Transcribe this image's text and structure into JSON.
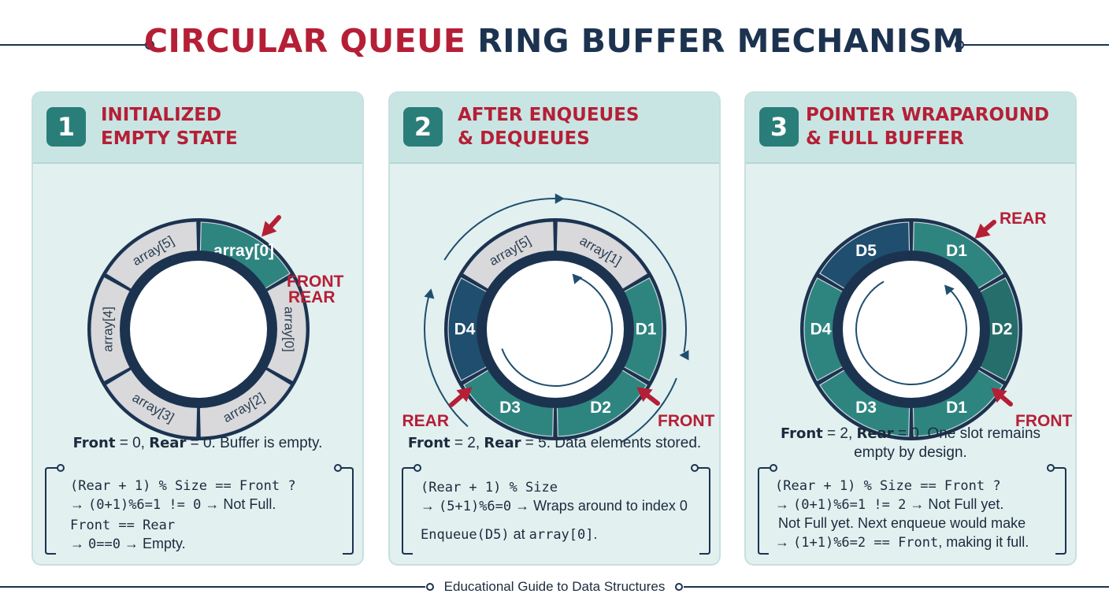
{
  "title": {
    "part_red": "CIRCULAR QUEUE",
    "part_navy": "RING BUFFER MECHANISM"
  },
  "panels": [
    {
      "number": "1",
      "heading": [
        "INITIALIZED",
        "EMPTY STATE"
      ],
      "slots": [
        {
          "text": "array[0]",
          "fill": "teal"
        },
        {
          "text": "array[0]",
          "fill": "gray"
        },
        {
          "text": "array[2]",
          "fill": "gray"
        },
        {
          "text": "array[3]",
          "fill": "gray"
        },
        {
          "text": "array[4]",
          "fill": "gray"
        },
        {
          "text": "array[5]",
          "fill": "gray"
        }
      ],
      "pointers": {
        "front_rear": [
          "FRONT",
          "REAR"
        ]
      },
      "status": {
        "k1": "Front",
        "v1": " = 0, ",
        "k2": "Rear",
        "v2": " = 0. Buffer is empty."
      },
      "code": [
        {
          "mono": "(Rear + 1) % Size == Front ?",
          "rest": ""
        },
        {
          "pre": "→ ",
          "mono": "(0+1)%6=1 != 0",
          "rest": " → Not Full."
        },
        {
          "mono": "Front == Rear",
          "rest": ""
        },
        {
          "pre": "→ ",
          "mono": "0==0",
          "rest": " → Empty."
        }
      ]
    },
    {
      "number": "2",
      "heading": [
        "AFTER ENQUEUES",
        "& DEQUEUES"
      ],
      "slots": [
        {
          "text": "array[1]",
          "fill": "gray"
        },
        {
          "text": "D1",
          "fill": "teal"
        },
        {
          "text": "D2",
          "fill": "teal"
        },
        {
          "text": "D3",
          "fill": "teal"
        },
        {
          "text": "D4",
          "fill": "navy"
        },
        {
          "text": "array[5]",
          "fill": "gray"
        }
      ],
      "pointers": {
        "rear": "REAR",
        "front": "FRONT"
      },
      "status": {
        "k1": "Front",
        "v1": " = 2, ",
        "k2": "Rear",
        "v2": " = 5. Data elements stored."
      },
      "code": [
        {
          "mono": "(Rear + 1) % Size",
          "rest": ""
        },
        {
          "pre": "→ ",
          "mono": "(5+1)%6=0",
          "rest": " → Wraps around to index 0"
        },
        {
          "mono": "Enqueue(D5)",
          "rest": " at ",
          "mono2": "array[0]",
          "rest2": "."
        }
      ]
    },
    {
      "number": "3",
      "heading": [
        "POINTER WRAPAROUND",
        "& FULL BUFFER"
      ],
      "slots": [
        {
          "text": "D1",
          "fill": "teal"
        },
        {
          "text": "D2",
          "fill": "tealdark"
        },
        {
          "text": "D1",
          "fill": "teal"
        },
        {
          "text": "D3",
          "fill": "teal"
        },
        {
          "text": "D4",
          "fill": "teal"
        },
        {
          "text": "D5",
          "fill": "navy"
        }
      ],
      "pointers": {
        "rear": "REAR",
        "front": "FRONT"
      },
      "status_lines": [
        {
          "k1": "Front",
          "v1": " = 2, ",
          "k2": "Rear",
          "v2": " = 0. One slot remains"
        },
        {
          "v": "empty by design."
        }
      ],
      "code": [
        {
          "mono": "(Rear + 1) % Size == Front ?",
          "rest": ""
        },
        {
          "pre": "→ ",
          "mono": "(0+1)%6=1 != 2",
          "rest": " → Not Full yet."
        },
        {
          "rest": "Not Full yet. Next enqueue would make"
        },
        {
          "pre": "→ ",
          "mono": "(1+1)%6=2 == Front",
          "rest": ", making it full."
        }
      ]
    }
  ],
  "footer": "Educational Guide to Data Structures",
  "colors": {
    "red": "#b51f36",
    "navy": "#1c3350",
    "teal": "#2e8580",
    "tealdark": "#256e6b",
    "slotnavy": "#1f4e6e",
    "gray": "#d9d9db"
  }
}
